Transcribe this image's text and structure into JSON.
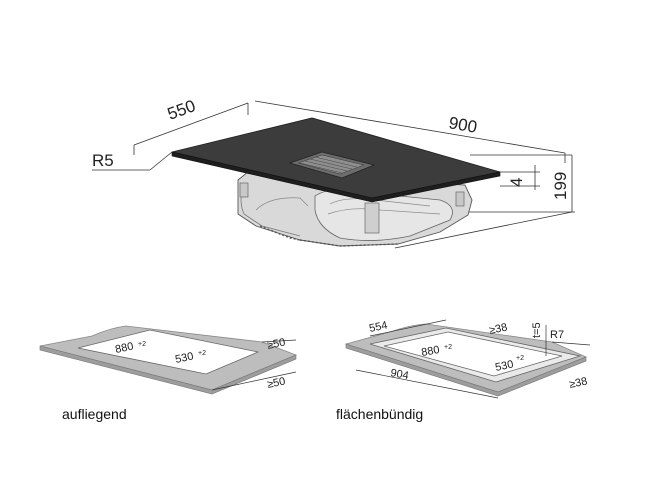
{
  "top_view": {
    "depth_label": "550",
    "width_label": "900",
    "radius_label": "R5",
    "glass_thickness_label": "4",
    "total_height_label": "199"
  },
  "cutouts": {
    "surface_mounted": {
      "caption": "aufliegend",
      "length": "880",
      "length_tol": "+2",
      "depth": "530",
      "depth_tol": "+2",
      "min_back": "≥50",
      "min_front": "≥50"
    },
    "flush_mounted": {
      "caption": "flächenbündig",
      "outer_depth": "554",
      "outer_length": "904",
      "length": "880",
      "length_tol": "+2",
      "depth": "530",
      "depth_tol": "+2",
      "min_back": "≥38",
      "min_front": "≥38",
      "rebate": "t=5",
      "radius": "R7"
    }
  },
  "colors": {
    "glass": "#3a3a3a",
    "unit_body": "#d6d6d6",
    "worktop": "#b9b9b9",
    "line": "#555555"
  }
}
